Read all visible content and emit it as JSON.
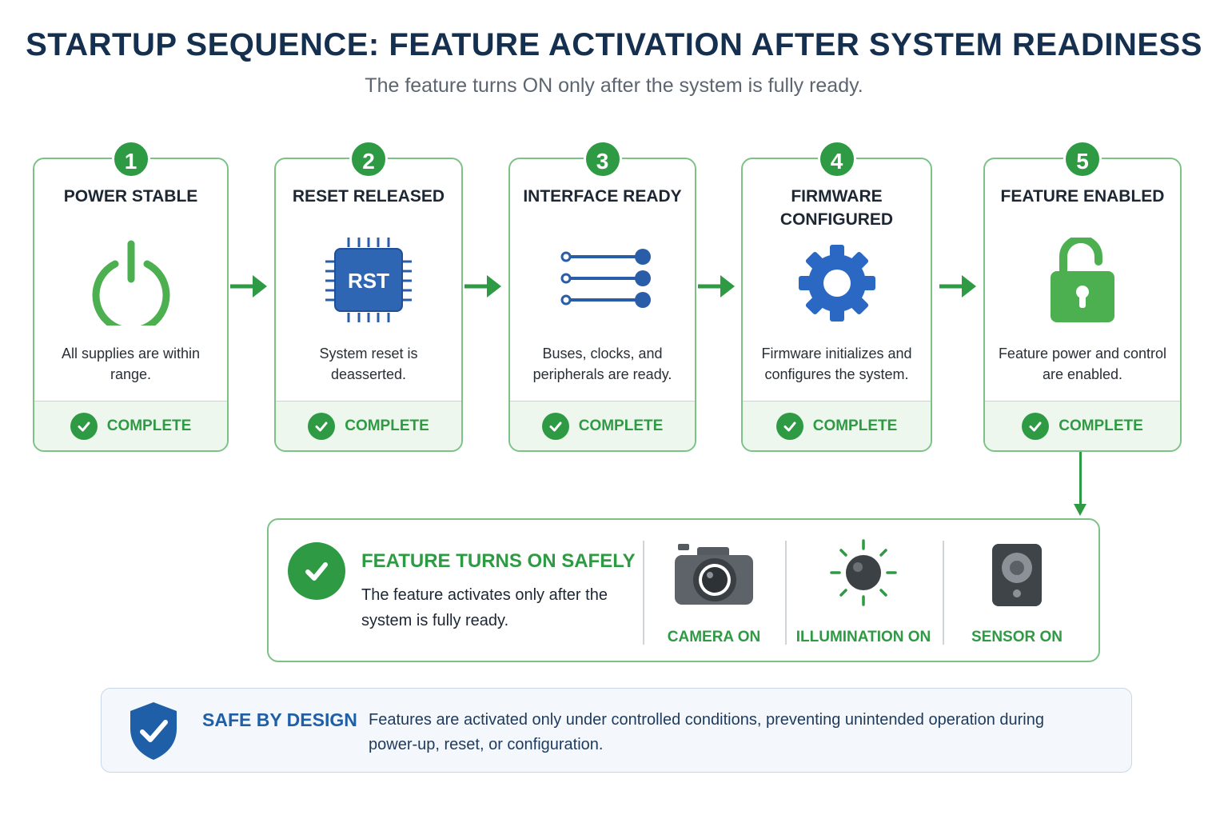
{
  "header": {
    "title": "STARTUP SEQUENCE: FEATURE ACTIVATION AFTER SYSTEM READINESS",
    "subtitle": "The feature turns ON only after the system is fully ready."
  },
  "colors": {
    "accent_green": "#2e9a43",
    "title_navy": "#15304f",
    "icon_blue": "#2a5da8",
    "safety_blue": "#1f5fa8"
  },
  "steps": [
    {
      "number": "1",
      "title": "POWER STABLE",
      "icon": "power-icon",
      "description": "All supplies are within range.",
      "status": "COMPLETE"
    },
    {
      "number": "2",
      "title": "RESET RELEASED",
      "icon": "chip-icon",
      "chip_label": "RST",
      "description": "System reset is deasserted.",
      "status": "COMPLETE"
    },
    {
      "number": "3",
      "title": "INTERFACE READY",
      "icon": "bus-lines-icon",
      "description": "Buses, clocks, and peripherals are ready.",
      "status": "COMPLETE"
    },
    {
      "number": "4",
      "title": "FIRMWARE CONFIGURED",
      "icon": "gear-icon",
      "description": "Firmware initializes and configures the system.",
      "status": "COMPLETE"
    },
    {
      "number": "5",
      "title": "FEATURE ENABLED",
      "icon": "unlocked-padlock-icon",
      "description": "Feature power and control are enabled.",
      "status": "COMPLETE"
    }
  ],
  "result": {
    "title": "FEATURE TURNS ON SAFELY",
    "description": "The feature activates only after the system is fully ready.",
    "features": [
      {
        "icon": "camera-icon",
        "label": "CAMERA ON"
      },
      {
        "icon": "illumination-icon",
        "label": "ILLUMINATION ON"
      },
      {
        "icon": "sensor-icon",
        "label": "SENSOR ON"
      }
    ]
  },
  "safety": {
    "icon": "shield-check-icon",
    "title": "SAFE BY DESIGN",
    "text": "Features are activated only under controlled conditions, preventing unintended operation during power-up, reset, or configuration."
  }
}
